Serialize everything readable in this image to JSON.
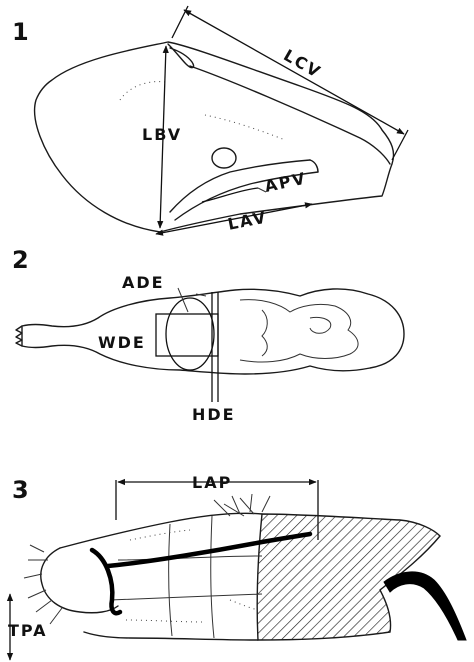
{
  "panels": [
    {
      "number": "1",
      "labels": {
        "lcv": "LCV",
        "lbv": "LBV",
        "apv": "APV",
        "lav": "LAV"
      }
    },
    {
      "number": "2",
      "labels": {
        "ade": "ADE",
        "wde": "WDE",
        "hde": "HDE"
      }
    },
    {
      "number": "3",
      "labels": {
        "lap": "LAP",
        "tpa": "TPA"
      }
    }
  ]
}
